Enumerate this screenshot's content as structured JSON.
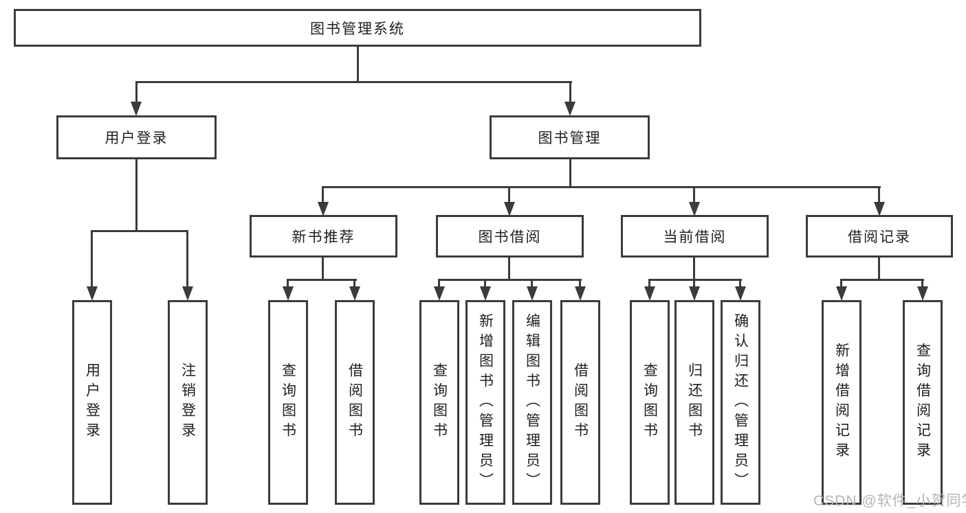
{
  "tree": {
    "root": "图书管理系统",
    "branches": [
      {
        "label": "用户登录",
        "children": [
          "用户登录",
          "注销登录"
        ]
      },
      {
        "label": "图书管理",
        "children": [
          {
            "label": "新书推荐",
            "children": [
              "查询图书",
              "借阅图书"
            ]
          },
          {
            "label": "图书借阅",
            "children": [
              "查询图书",
              "新增图书（管理员）",
              "编辑图书（管理员）",
              "借阅图书"
            ]
          },
          {
            "label": "当前借阅",
            "children": [
              "查询图书",
              "归还图书",
              "确认归还（管理员）"
            ]
          },
          {
            "label": "借阅记录",
            "children": [
              "新增借阅记录",
              "查询借阅记录"
            ]
          }
        ]
      }
    ]
  },
  "watermark": {
    "text": "CSDN @软件_小贺同学"
  },
  "colors": {
    "line": "#3b3b3b",
    "text": "#1f1f1f",
    "watermark": "#b5b5b5",
    "background": "#ffffff"
  }
}
